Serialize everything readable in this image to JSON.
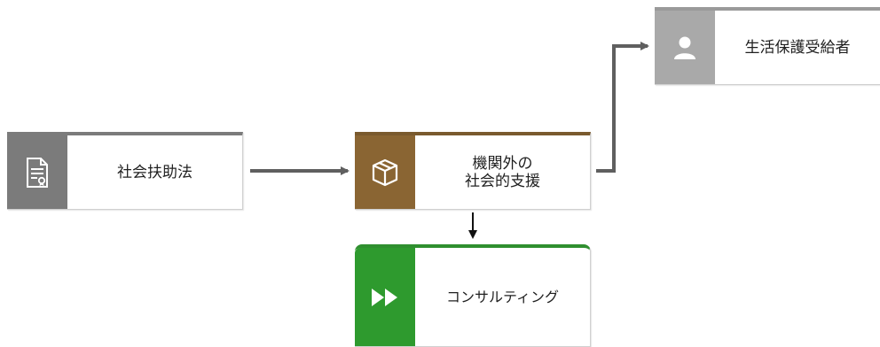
{
  "diagram": {
    "nodes": {
      "law": {
        "label": "社会扶助法",
        "icon": "document-icon",
        "color": "#7b7b7b"
      },
      "support": {
        "label": "機関外の\n社会的支援",
        "icon": "package-icon",
        "color": "#8a6533"
      },
      "consult": {
        "label": "コンサルティング",
        "icon": "fast-forward-icon",
        "color": "#2e9a2e"
      },
      "recipient": {
        "label": "生活保護受給者",
        "icon": "person-icon",
        "color": "#a9a9a9"
      }
    },
    "edges": [
      {
        "from": "law",
        "to": "support"
      },
      {
        "from": "support",
        "to": "recipient"
      },
      {
        "from": "support",
        "to": "consult"
      }
    ]
  }
}
